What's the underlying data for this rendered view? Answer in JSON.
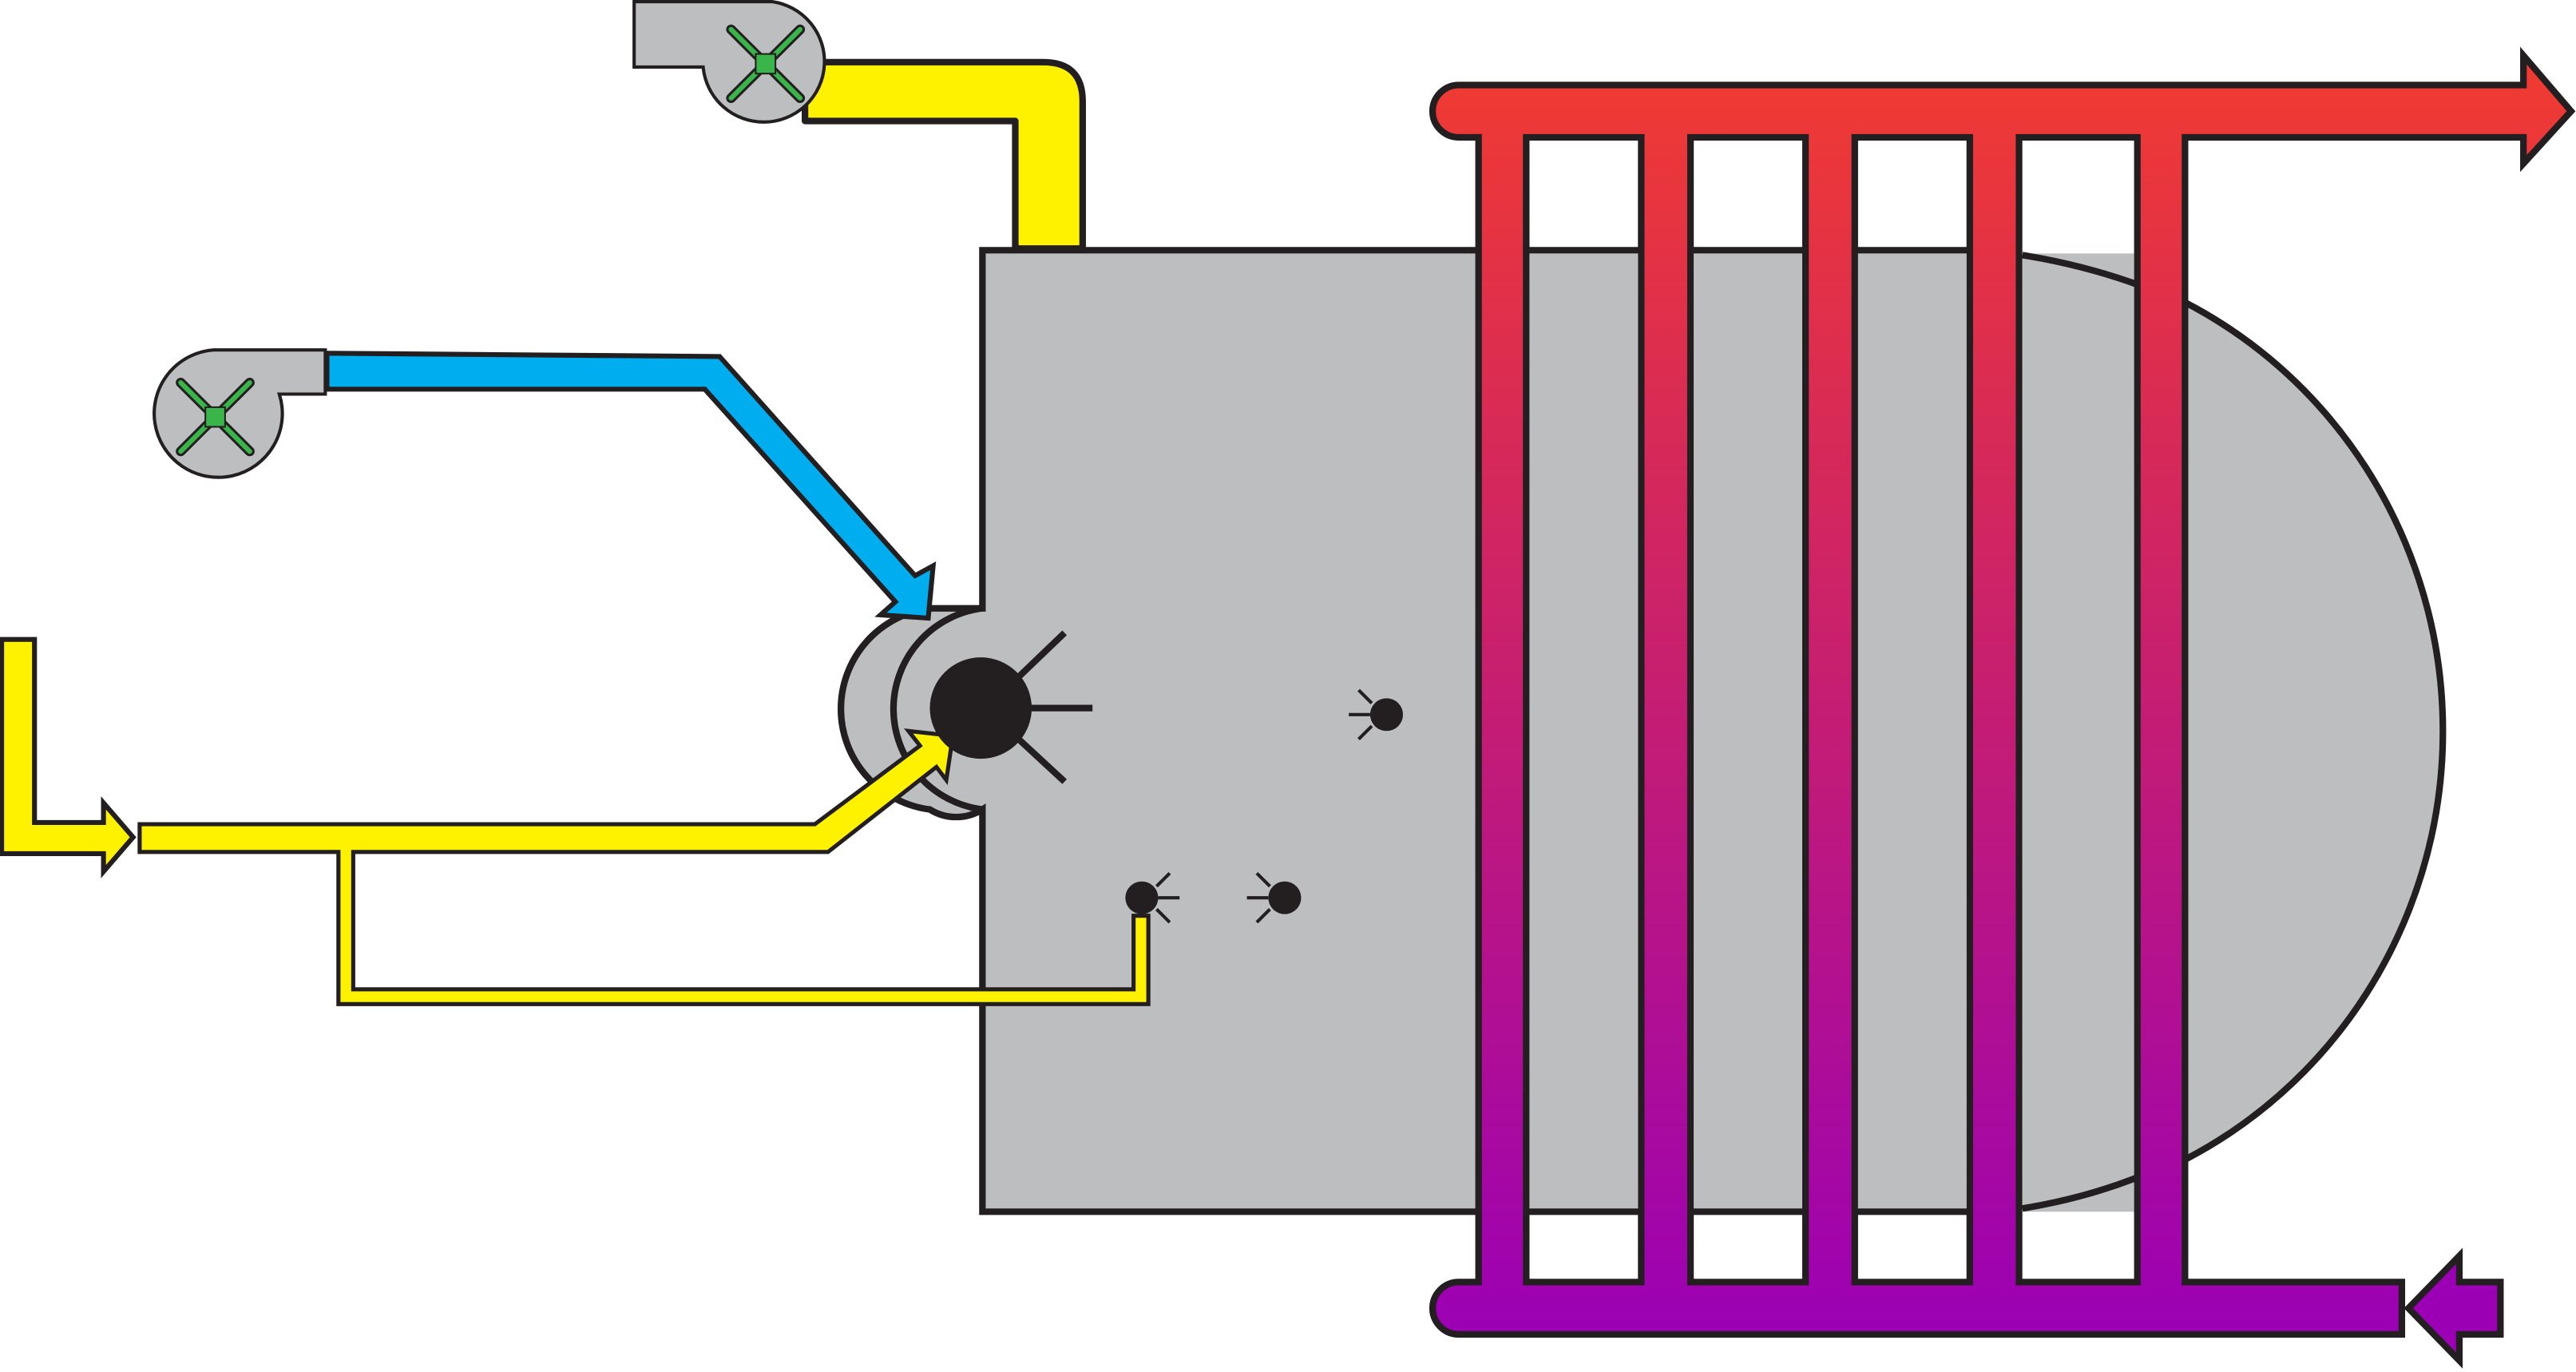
{
  "colors": {
    "background": "#ffffff",
    "outline": "#231f20",
    "furnace_body": "#bcbec0",
    "fuel_line": "#fff200",
    "air_line": "#00aeef",
    "fan_hub": "#39b54a",
    "hot_header": "#ef3a33",
    "cold_header": "#9b00b4",
    "burner": "#231f20"
  },
  "components": {
    "fans": [
      {
        "id": "top-fan",
        "icon": "centrifugal-fan-icon",
        "feeds": "fuel-line"
      },
      {
        "id": "left-fan",
        "icon": "centrifugal-fan-icon",
        "feeds": "air-line"
      }
    ],
    "burners": [
      {
        "id": "main-burner",
        "icon": "main-burner-icon"
      },
      {
        "id": "pilot-burner-1",
        "icon": "pilot-burner-icon"
      },
      {
        "id": "pilot-burner-2",
        "icon": "pilot-burner-icon"
      },
      {
        "id": "pilot-burner-3",
        "icon": "pilot-burner-icon"
      }
    ],
    "tube_bundle": {
      "vertical_tube_count": 5
    },
    "headers": [
      {
        "id": "outlet-header",
        "flow": "out",
        "icon": "outlet-arrow-icon"
      },
      {
        "id": "inlet-header",
        "flow": "in",
        "icon": "inlet-arrow-icon"
      }
    ]
  }
}
